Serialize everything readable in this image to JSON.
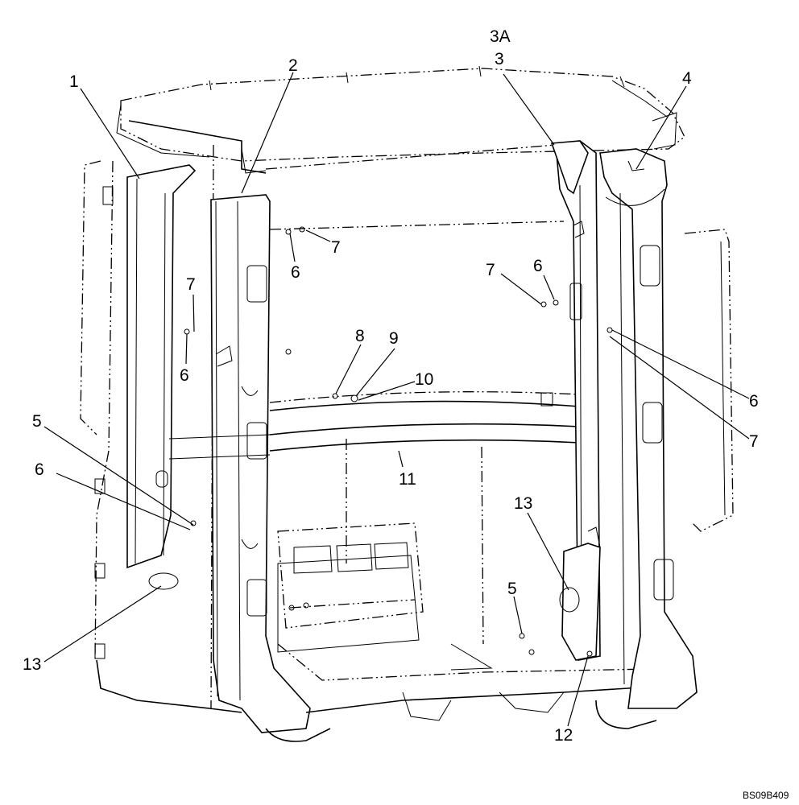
{
  "figure": {
    "reference_code": "BS09B409",
    "callouts": [
      {
        "id": "c1",
        "text": "1"
      },
      {
        "id": "c2",
        "text": "2"
      },
      {
        "id": "c3a",
        "text": "3A"
      },
      {
        "id": "c3",
        "text": "3"
      },
      {
        "id": "c4",
        "text": "4"
      },
      {
        "id": "c7a",
        "text": "7"
      },
      {
        "id": "c6a",
        "text": "6"
      },
      {
        "id": "c7b",
        "text": "7"
      },
      {
        "id": "c6b",
        "text": "6"
      },
      {
        "id": "c7c",
        "text": "7"
      },
      {
        "id": "c6c",
        "text": "6"
      },
      {
        "id": "c8",
        "text": "8"
      },
      {
        "id": "c9",
        "text": "9"
      },
      {
        "id": "c10",
        "text": "10"
      },
      {
        "id": "c6d",
        "text": "6"
      },
      {
        "id": "c7d",
        "text": "7"
      },
      {
        "id": "c5a",
        "text": "5"
      },
      {
        "id": "c6e",
        "text": "6"
      },
      {
        "id": "c11",
        "text": "11"
      },
      {
        "id": "c13a",
        "text": "13"
      },
      {
        "id": "c5b",
        "text": "5"
      },
      {
        "id": "c13b",
        "text": "13"
      },
      {
        "id": "c12",
        "text": "12"
      }
    ]
  }
}
